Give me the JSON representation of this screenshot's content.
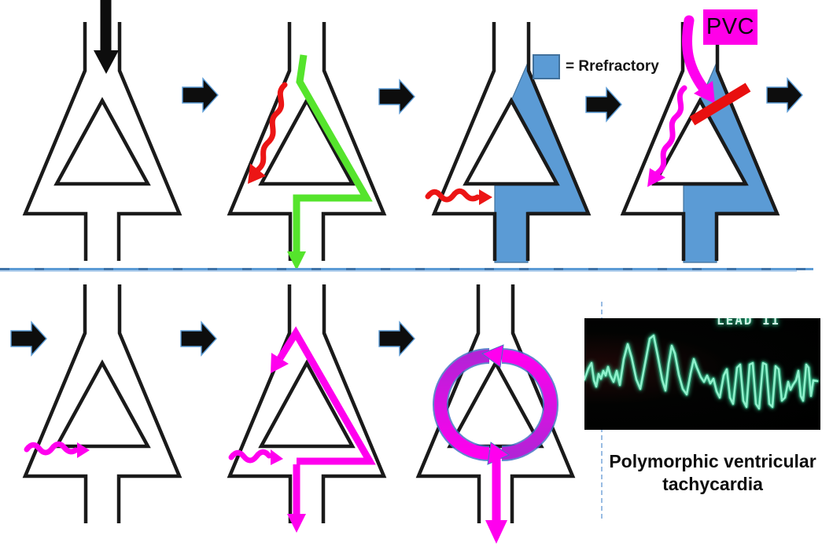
{
  "legend": {
    "label": "= Rrefractory"
  },
  "pvc": {
    "label": "PVC"
  },
  "ecg": {
    "lead_label": "LEAD II",
    "caption": "Polymorphic ventricular tachycardia"
  },
  "colors": {
    "outline_black": "#1a1a1a",
    "arrow_black": "#0d0d0d",
    "arrow_outline_blue": "#5b9bd5",
    "refractory_blue": "#5b9bd5",
    "refractory_border": "#41719c",
    "impulse_red": "#ec1515",
    "fast_pathway_green": "#55e42c",
    "impulse_magenta": "#ff00ee",
    "reentry_purple": "#b323d6",
    "block_red": "#e80f0f",
    "pvc_box_magenta": "#ff00e8",
    "divider_blue": "#5b9bd5",
    "ecg_trace_green": "#8ef0cb",
    "ecg_glow_green": "#2fd398"
  }
}
